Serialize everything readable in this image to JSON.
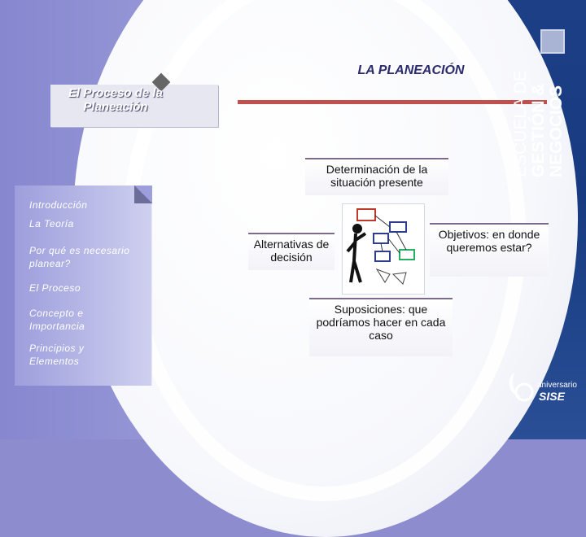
{
  "slide": {
    "title": "LA PLANEACIÓN",
    "accent_color": "#c0504d",
    "panel_color": "#9d9edc",
    "dark_blue": "#1d3f86"
  },
  "brand": {
    "school_line1": "ESCUELA DE",
    "school_line2": "GESTIÓN &",
    "school_line3": "NEGOCIOS",
    "anniversary_word": "aniversario",
    "anniversary_name": "SISE"
  },
  "process_tab": {
    "line1": "El Proceso de la",
    "line2": "Planeación"
  },
  "menu": {
    "items": [
      {
        "label": "Introducción"
      },
      {
        "label": "La Teoría"
      },
      {
        "label": "Por qué es necesario planear?"
      },
      {
        "label": "El Proceso"
      },
      {
        "label": "Concepto e Importancia"
      },
      {
        "label": "Principios y Elementos"
      }
    ]
  },
  "content": {
    "determinacion": "Determinación de la situación presente",
    "alternativas": "Alternativas de decisión",
    "objetivos": "Objetivos: en donde queremos estar?",
    "suposiciones": "Suposiciones: que podríamos hacer en cada caso"
  },
  "illustration": {
    "icon": "planning-person-illustration"
  }
}
